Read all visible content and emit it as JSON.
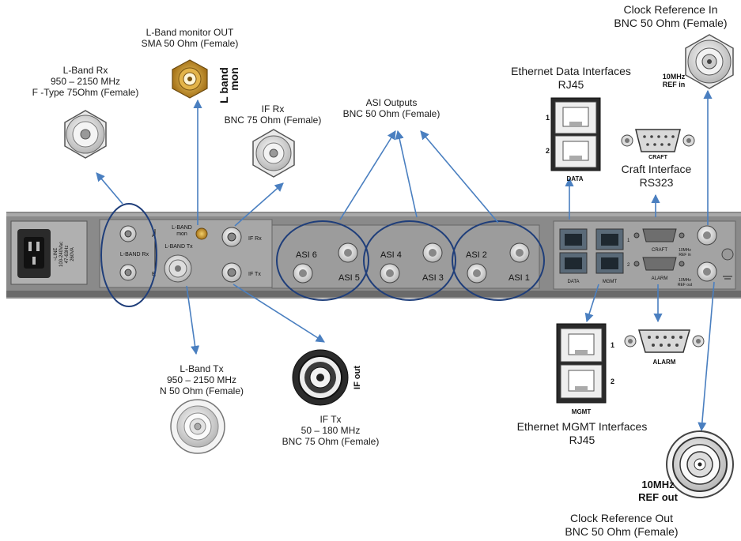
{
  "callouts": {
    "lband_rx": [
      "L-Band Rx",
      "950 – 2150 MHz",
      "F -Type 75Ohm (Female)"
    ],
    "lband_mon": [
      "L-Band monitor OUT",
      "SMA 50 Ohm (Female)"
    ],
    "if_rx": [
      "IF Rx",
      "BNC 75 Ohm (Female)"
    ],
    "asi_outputs": [
      "ASI Outputs",
      "BNC 50 Ohm (Female)"
    ],
    "eth_data": [
      "Ethernet Data Interfaces",
      "RJ45"
    ],
    "clock_in": [
      "Clock Reference In",
      "BNC 50 Ohm (Female)"
    ],
    "craft": [
      "Craft Interface",
      "RS323"
    ],
    "lband_tx": [
      "L-Band Tx",
      "950 – 2150 MHz",
      "N 50 Ohm (Female)"
    ],
    "if_tx": [
      "IF Tx",
      "50 – 180 MHz",
      "BNC 75 Ohm (Female)"
    ],
    "eth_mgmt": [
      "Ethernet MGMT Interfaces",
      "RJ45"
    ],
    "clock_out": [
      "Clock Reference Out",
      "BNC 50 Ohm (Female)"
    ]
  },
  "connector_marks": {
    "lband_mon_1": "L band",
    "lband_mon_2": "mon",
    "if_out": "IF out",
    "ref_in_1": "10MHz",
    "ref_in_2": "REF in",
    "ref_out_1": "10MHz",
    "ref_out_2": "REF out",
    "data_port_1": "1",
    "data_port_2": "2",
    "data_caption": "DATA",
    "mgmt_port_1": "1",
    "mgmt_port_2": "2",
    "mgmt_caption": "MGMT",
    "craft_caption": "CRAFT",
    "alarm_caption": "ALARM"
  },
  "panel": {
    "power_text": [
      "~LINE",
      "100-240Vac",
      "47-63Hz",
      "260VA"
    ],
    "lband_rx": "L-BAND Rx",
    "port_a": "A",
    "port_b": "B",
    "lband_mon": [
      "L-BAND",
      "mon"
    ],
    "lband_tx": "L-BAND Tx",
    "if_rx": "IF Rx",
    "if_tx": "IF Tx",
    "asi": [
      "ASI  6",
      "ASI  5",
      "ASI  4",
      "ASI  3",
      "ASI  2",
      "ASI  1"
    ],
    "data": "DATA",
    "mgmt": "MGMT",
    "data_port_1": "1",
    "data_port_2": "2",
    "craft": "CRAFT",
    "alarm": "ALARM",
    "ref_in": [
      "10MHz",
      "REF in"
    ],
    "ref_out": [
      "10MHz",
      "REF out"
    ]
  },
  "colors": {
    "arrow": "#4a7fc0",
    "ellipse": "#1f3e7a",
    "panel": "#7e7e7e",
    "gold": "#c8962a"
  }
}
